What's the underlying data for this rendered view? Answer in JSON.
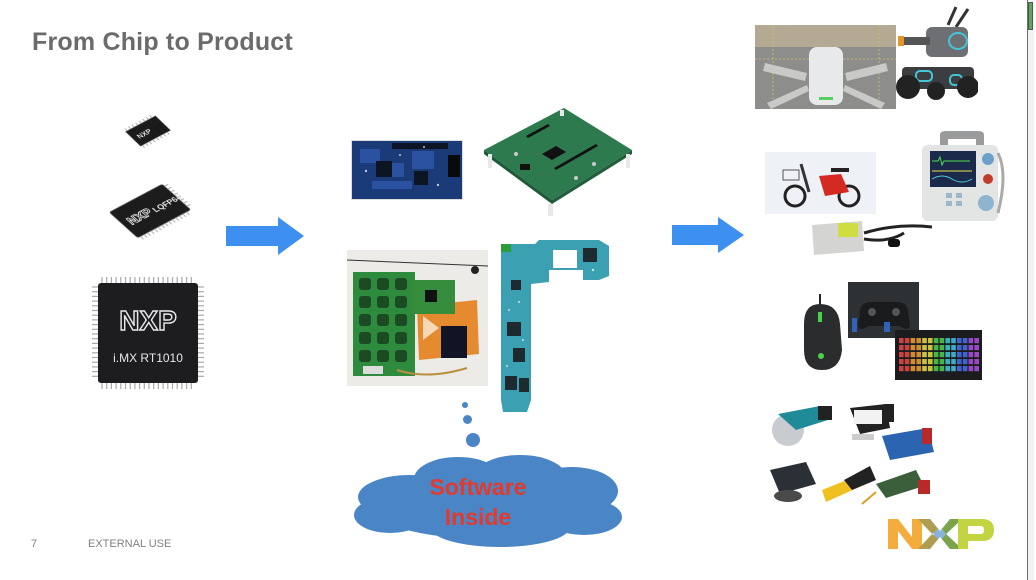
{
  "slide": {
    "title": "From Chip to Product",
    "page_number": "7",
    "classification": "EXTERNAL USE",
    "brand": "NXP"
  },
  "chips": [
    {
      "label": "small NXP chip",
      "marking": "NXP"
    },
    {
      "label": "LQFP64 chip",
      "marking": "LQFP64"
    },
    {
      "label": "i.MX RT1010 chip",
      "marking_logo": "NXP",
      "marking_text": "i.MX RT1010"
    }
  ],
  "boards": [
    {
      "label": "blue development board"
    },
    {
      "label": "green evaluation board"
    },
    {
      "label": "keypad prototype board"
    },
    {
      "label": "smartphone mainboard"
    }
  ],
  "cloud": {
    "line1": "Software",
    "line2": "Inside"
  },
  "products": [
    {
      "group": "robotics",
      "items": [
        "drone",
        "robot rover"
      ]
    },
    {
      "group": "mobility-medical",
      "items": [
        "electric scooter",
        "defibrillator monitor",
        "power adapter"
      ]
    },
    {
      "group": "gaming",
      "items": [
        "gaming mouse",
        "game controller",
        "RGB keyboard"
      ]
    },
    {
      "group": "power-tools",
      "items": [
        "circular saw",
        "jigsaw",
        "planer",
        "sander",
        "multi-tool",
        "reciprocating saw"
      ]
    }
  ],
  "colors": {
    "arrow": "#3d8ff0",
    "cloud": "#4a86c5",
    "cloud_text": "#e23a2e",
    "title": "#6b6b6b",
    "nxp_orange": "#f4ac3d",
    "nxp_blue": "#8ab4dc",
    "nxp_green": "#c3d442"
  }
}
